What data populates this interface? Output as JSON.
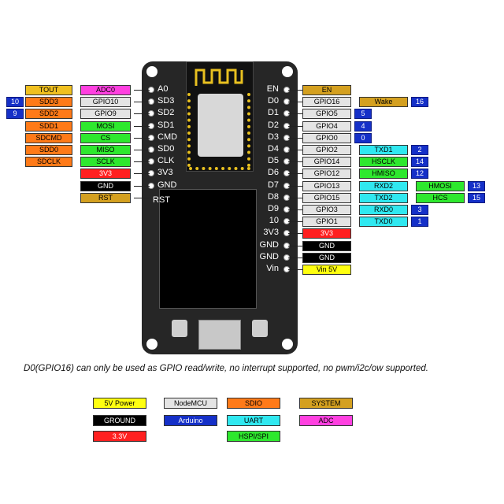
{
  "board_pins": {
    "left": [
      "A0",
      "SD3",
      "SD2",
      "SD1",
      "CMD",
      "SD0",
      "CLK",
      "3V3",
      "GND",
      "RST"
    ],
    "right": [
      "EN",
      "D0",
      "D1",
      "D2",
      "D3",
      "D4",
      "D5",
      "D6",
      "D7",
      "D8",
      "D9",
      "10",
      "3V3",
      "GND",
      "GND",
      "Vin"
    ]
  },
  "left_labels": [
    {
      "num": "",
      "a": "TOUT",
      "a_color": "#f0c020",
      "b": "ADC0",
      "b_color": "#ff40e0"
    },
    {
      "num": "10",
      "a": "SDD3",
      "a_color": "#ff7a18",
      "b": "GPIO10",
      "b_color": "#e4e4e4"
    },
    {
      "num": "9",
      "a": "SDD2",
      "a_color": "#ff7a18",
      "b": "GPIO9",
      "b_color": "#e4e4e4"
    },
    {
      "num": "",
      "a": "SDD1",
      "a_color": "#ff7a18",
      "b": "MOSI",
      "b_color": "#2ee82e"
    },
    {
      "num": "",
      "a": "SDCMD",
      "a_color": "#ff7a18",
      "b": "CS",
      "b_color": "#2ee82e"
    },
    {
      "num": "",
      "a": "SDD0",
      "a_color": "#ff7a18",
      "b": "MISO",
      "b_color": "#2ee82e"
    },
    {
      "num": "",
      "a": "SDCLK",
      "a_color": "#ff7a18",
      "b": "SCLK",
      "b_color": "#2ee82e"
    },
    {
      "num": "",
      "a": "",
      "a_color": "",
      "b": "3V3",
      "b_color": "#ff2020"
    },
    {
      "num": "",
      "a": "",
      "a_color": "",
      "b": "GND",
      "b_color": "#000000"
    },
    {
      "num": "",
      "a": "",
      "a_color": "",
      "b": "RST",
      "b_color": "#d4a020"
    }
  ],
  "right_labels": [
    {
      "gpio": "EN",
      "gpio_color": "#d4a020",
      "c": "",
      "c_color": "",
      "d": "",
      "d_color": "",
      "num": ""
    },
    {
      "gpio": "GPIO16",
      "gpio_color": "#e4e4e4",
      "c": "Wake",
      "c_color": "#d4a020",
      "d": "",
      "d_color": "",
      "num": "16"
    },
    {
      "gpio": "GPIO5",
      "gpio_color": "#e4e4e4",
      "c": "",
      "c_color": "",
      "d": "",
      "d_color": "",
      "num": "5"
    },
    {
      "gpio": "GPIO4",
      "gpio_color": "#e4e4e4",
      "c": "",
      "c_color": "",
      "d": "",
      "d_color": "",
      "num": "4"
    },
    {
      "gpio": "GPIO0",
      "gpio_color": "#e4e4e4",
      "c": "",
      "c_color": "",
      "d": "",
      "d_color": "",
      "num": "0"
    },
    {
      "gpio": "GPIO2",
      "gpio_color": "#e4e4e4",
      "c": "TXD1",
      "c_color": "#30e8f0",
      "d": "",
      "d_color": "",
      "num": "2"
    },
    {
      "gpio": "GPIO14",
      "gpio_color": "#e4e4e4",
      "c": "HSCLK",
      "c_color": "#2ee82e",
      "d": "",
      "d_color": "",
      "num": "14"
    },
    {
      "gpio": "GPIO12",
      "gpio_color": "#e4e4e4",
      "c": "HMISO",
      "c_color": "#2ee82e",
      "d": "",
      "d_color": "",
      "num": "12"
    },
    {
      "gpio": "GPIO13",
      "gpio_color": "#e4e4e4",
      "c": "RXD2",
      "c_color": "#30e8f0",
      "d": "HMOSI",
      "d_color": "#2ee82e",
      "num": "13"
    },
    {
      "gpio": "GPIO15",
      "gpio_color": "#e4e4e4",
      "c": "TXD2",
      "c_color": "#30e8f0",
      "d": "HCS",
      "d_color": "#2ee82e",
      "num": "15"
    },
    {
      "gpio": "GPIO3",
      "gpio_color": "#e4e4e4",
      "c": "RXD0",
      "c_color": "#30e8f0",
      "d": "",
      "d_color": "",
      "num": "3"
    },
    {
      "gpio": "GPIO1",
      "gpio_color": "#e4e4e4",
      "c": "TXD0",
      "c_color": "#30e8f0",
      "d": "",
      "d_color": "",
      "num": "1"
    },
    {
      "gpio": "3V3",
      "gpio_color": "#ff2020",
      "c": "",
      "c_color": "",
      "d": "",
      "d_color": "",
      "num": ""
    },
    {
      "gpio": "GND",
      "gpio_color": "#000000",
      "c": "",
      "c_color": "",
      "d": "",
      "d_color": "",
      "num": ""
    },
    {
      "gpio": "GND",
      "gpio_color": "#000000",
      "c": "",
      "c_color": "",
      "d": "",
      "d_color": "",
      "num": ""
    },
    {
      "gpio": "Vin 5V",
      "gpio_color": "#ffff10",
      "c": "",
      "c_color": "",
      "d": "",
      "d_color": "",
      "num": ""
    }
  ],
  "note": "D0(GPIO16) can only be used as GPIO read/write, no interrupt supported, no pwm/i2c/ow supported.",
  "legend": [
    {
      "label": "5V Power",
      "color": "#ffff10"
    },
    {
      "label": "NodeMCU",
      "color": "#e4e4e4"
    },
    {
      "label": "SDIO",
      "color": "#ff7a18"
    },
    {
      "label": "SYSTEM",
      "color": "#d4a020"
    },
    {
      "label": "GROUND",
      "color": "#000000"
    },
    {
      "label": "Arduino",
      "color": "#1530c8"
    },
    {
      "label": "UART",
      "color": "#30e8f0"
    },
    {
      "label": "ADC",
      "color": "#ff40e0"
    },
    {
      "label": "3.3V",
      "color": "#ff2020"
    },
    {
      "label": "HSPI/SPI",
      "color": "#2ee82e"
    }
  ]
}
